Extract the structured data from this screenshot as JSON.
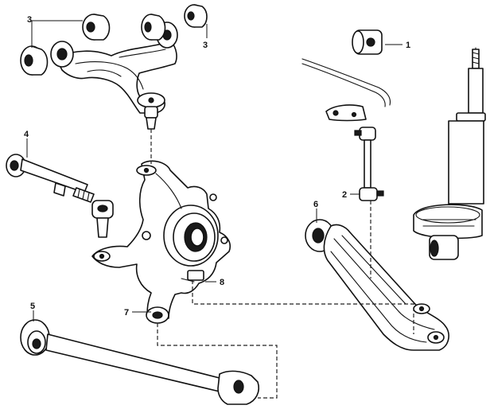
{
  "callouts": [
    {
      "id": "c1",
      "text": "1"
    },
    {
      "id": "c2",
      "text": "2"
    },
    {
      "id": "c3a",
      "text": "3"
    },
    {
      "id": "c3b",
      "text": "3"
    },
    {
      "id": "c4",
      "text": "4"
    },
    {
      "id": "c5",
      "text": "5"
    },
    {
      "id": "c6",
      "text": "6"
    },
    {
      "id": "c7",
      "text": "7"
    },
    {
      "id": "c8",
      "text": "8"
    }
  ]
}
